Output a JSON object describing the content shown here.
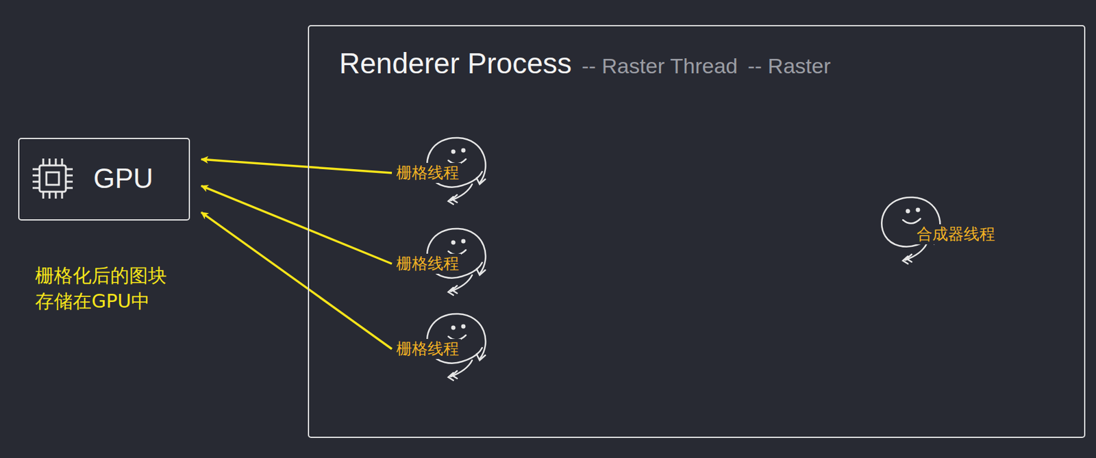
{
  "diagram": {
    "nodes": [
      {
        "text": [
          "GPU"
        ]
      },
      {
        "text": [
          "Renderer Process",
          "-- Raster Thread",
          "-- Raster"
        ]
      },
      {
        "text": [
          "栅格线程"
        ],
        "in": 1
      },
      {
        "text": [
          "栅格线程"
        ],
        "in": 1
      },
      {
        "text": [
          "栅格线程"
        ],
        "in": 1
      },
      {
        "text": [
          "合成器线程"
        ],
        "in": 1
      }
    ],
    "edges": [
      {
        "from": 2,
        "to": 0,
        "arrow": "to"
      },
      {
        "from": 3,
        "to": 0,
        "arrow": "to"
      },
      {
        "from": 4,
        "to": 0,
        "arrow": "to"
      }
    ],
    "labels": [
      "栅格化后的图块 存储在GPU中"
    ]
  }
}
